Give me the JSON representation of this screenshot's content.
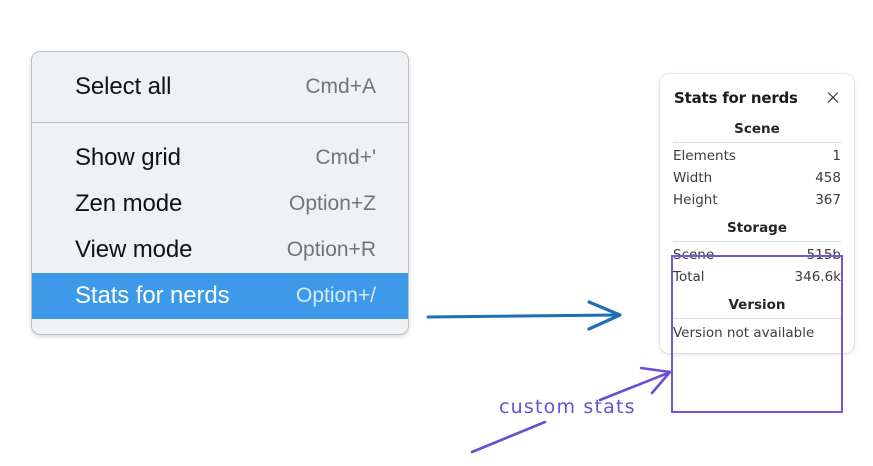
{
  "context_menu": {
    "groups": [
      {
        "items": [
          {
            "label": "Select all",
            "shortcut": "Cmd+A",
            "selected": false
          }
        ]
      },
      {
        "items": [
          {
            "label": "Show grid",
            "shortcut": "Cmd+'",
            "selected": false
          },
          {
            "label": "Zen mode",
            "shortcut": "Option+Z",
            "selected": false
          },
          {
            "label": "View mode",
            "shortcut": "Option+R",
            "selected": false
          },
          {
            "label": "Stats for nerds",
            "shortcut": "Option+/",
            "selected": true
          }
        ]
      }
    ]
  },
  "stats_panel": {
    "title": "Stats for nerds",
    "close_icon": "close-icon",
    "sections": [
      {
        "title": "Scene",
        "rows": [
          {
            "key": "Elements",
            "value": "1"
          },
          {
            "key": "Width",
            "value": "458"
          },
          {
            "key": "Height",
            "value": "367"
          }
        ]
      },
      {
        "title": "Storage",
        "rows": [
          {
            "key": "Scene",
            "value": "515b"
          },
          {
            "key": "Total",
            "value": "346.6k"
          }
        ]
      },
      {
        "title": "Version",
        "text": "Version not available"
      }
    ]
  },
  "annotations": {
    "custom_stats_label": "custom stats",
    "arrow_blue_color": "#1f6eb4",
    "arrow_purple_color": "#6b4fd3",
    "highlight_box_color": "#7b52d6",
    "menu_selection_color": "#3d9ae8"
  }
}
